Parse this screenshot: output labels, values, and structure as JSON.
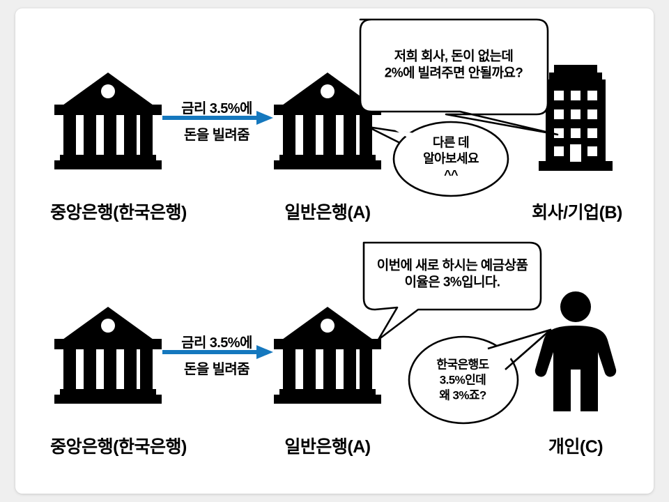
{
  "diagram": {
    "title": "Central bank to commercial bank to borrower interest rate flow",
    "background_color": "#efefef",
    "card_color": "#ffffff",
    "ink_color": "#000000",
    "accent_color": "#1578be"
  },
  "rows": [
    {
      "id": "row-company",
      "nodes": [
        {
          "id": "central-bank-top",
          "icon": "bank-icon",
          "label": "중앙은행(한국은행)"
        },
        {
          "id": "commercial-bank-top",
          "icon": "bank-icon",
          "label": "일반은행(A)"
        },
        {
          "id": "company",
          "icon": "office-building-icon",
          "label": "회사/기업(B)"
        }
      ],
      "arrow": {
        "id": "lend-arrow-top",
        "line_above": "금리 3.5%에",
        "line_below": "돈을 빌려줌",
        "color": "#1578be"
      },
      "bubbles": [
        {
          "id": "company-request-bubble",
          "shape": "rounded-rect",
          "speaker": "회사/기업(B)",
          "text": "저희 회사, 돈이 없는데\n2%에 빌려주면 안될까요?"
        },
        {
          "id": "bank-refusal-bubble",
          "shape": "ellipse",
          "speaker": "일반은행(A)",
          "text": "다른 데\n알아보세요\n^^"
        }
      ]
    },
    {
      "id": "row-individual",
      "nodes": [
        {
          "id": "central-bank-bottom",
          "icon": "bank-icon",
          "label": "중앙은행(한국은행)"
        },
        {
          "id": "commercial-bank-bottom",
          "icon": "bank-icon",
          "label": "일반은행(A)"
        },
        {
          "id": "individual",
          "icon": "person-icon",
          "label": "개인(C)"
        }
      ],
      "arrow": {
        "id": "lend-arrow-bottom",
        "line_above": "금리 3.5%에",
        "line_below": "돈을 빌려줌",
        "color": "#1578be"
      },
      "bubbles": [
        {
          "id": "deposit-offer-bubble",
          "shape": "rounded-rect",
          "speaker": "일반은행(A)",
          "text": "이번에 새로 하시는 예금상품\n이율은 3%입니다."
        },
        {
          "id": "individual-question-bubble",
          "shape": "ellipse",
          "speaker": "개인(C)",
          "text": "한국은행도\n3.5%인데\n왜 3%죠?"
        }
      ]
    }
  ]
}
